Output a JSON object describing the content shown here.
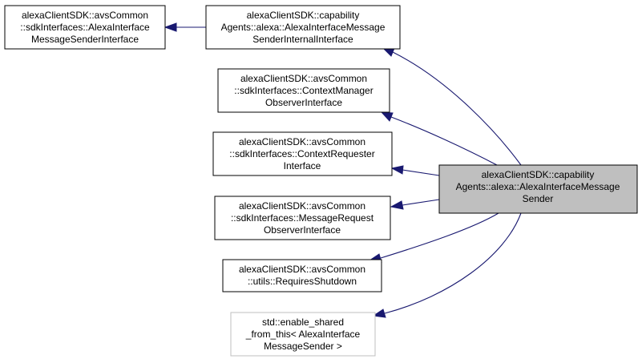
{
  "diagram": {
    "nodes": [
      {
        "id": "n1",
        "lines": [
          "alexaClientSDK::avsCommon",
          "::sdkInterfaces::AlexaInterface",
          "MessageSenderInterface"
        ],
        "style": "normal"
      },
      {
        "id": "n2",
        "lines": [
          "alexaClientSDK::capability",
          "Agents::alexa::AlexaInterfaceMessage",
          "SenderInternalInterface"
        ],
        "style": "normal"
      },
      {
        "id": "n3",
        "lines": [
          "alexaClientSDK::avsCommon",
          "::sdkInterfaces::ContextManager",
          "ObserverInterface"
        ],
        "style": "normal"
      },
      {
        "id": "n4",
        "lines": [
          "alexaClientSDK::avsCommon",
          "::sdkInterfaces::ContextRequester",
          "Interface"
        ],
        "style": "normal"
      },
      {
        "id": "n5",
        "lines": [
          "alexaClientSDK::avsCommon",
          "::sdkInterfaces::MessageRequest",
          "ObserverInterface"
        ],
        "style": "normal"
      },
      {
        "id": "n6",
        "lines": [
          "alexaClientSDK::avsCommon",
          "::utils::RequiresShutdown"
        ],
        "style": "normal"
      },
      {
        "id": "n7",
        "lines": [
          "std::enable_shared",
          "_from_this< AlexaInterface",
          "MessageSender >"
        ],
        "style": "dim"
      },
      {
        "id": "n8",
        "lines": [
          "alexaClientSDK::capability",
          "Agents::alexa::AlexaInterfaceMessage",
          "Sender"
        ],
        "style": "focus"
      }
    ],
    "edges": [
      {
        "from": "n2",
        "to": "n1"
      },
      {
        "from": "n8",
        "to": "n2"
      },
      {
        "from": "n8",
        "to": "n3"
      },
      {
        "from": "n8",
        "to": "n4"
      },
      {
        "from": "n8",
        "to": "n5"
      },
      {
        "from": "n8",
        "to": "n6"
      },
      {
        "from": "n8",
        "to": "n7"
      }
    ]
  }
}
